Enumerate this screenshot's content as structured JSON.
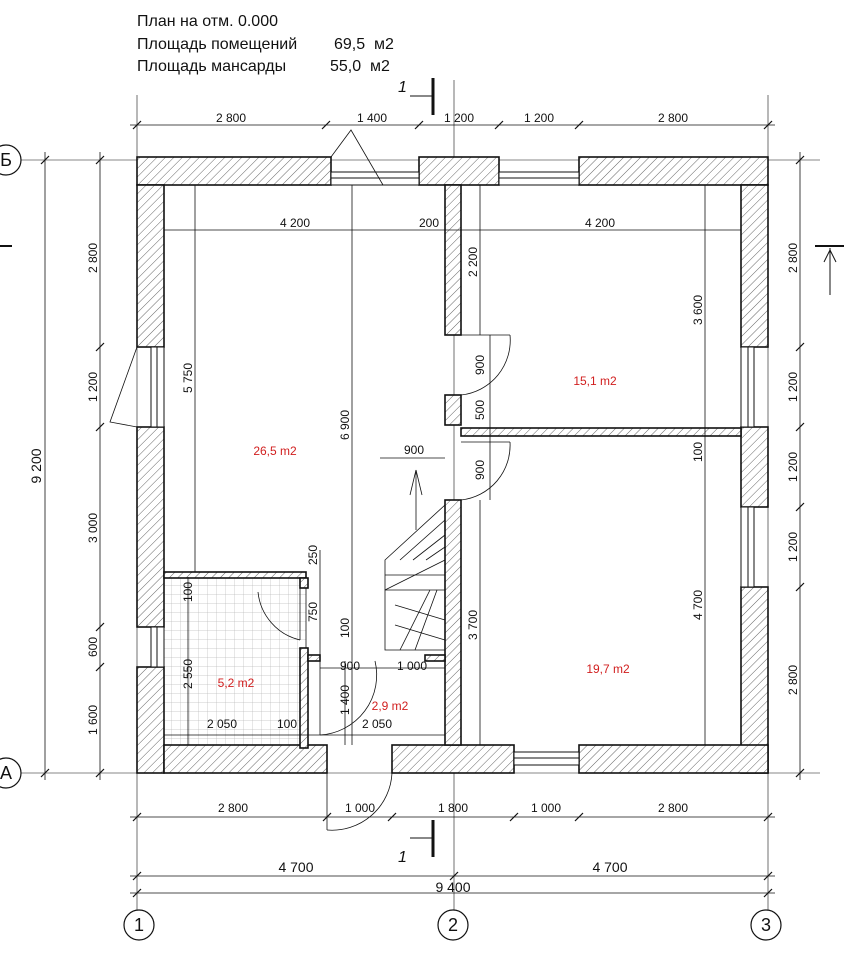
{
  "header": {
    "line1": "План на отм. 0.000",
    "line2_label": "Площадь помещений",
    "line2_value": "69,5  м2",
    "line3_label": "Площадь мансарды",
    "line3_value": "55,0  м2"
  },
  "axes": {
    "a1": "1",
    "a2": "2",
    "a3": "3",
    "aA": "А",
    "aB": "Б"
  },
  "section_mark": "1",
  "rooms": {
    "living": "26,5 m2",
    "room_top_right": "15,1 m2",
    "room_bottom_right": "19,7 m2",
    "bathroom": "5,2 m2",
    "hall": "2,9 m2"
  },
  "dims": {
    "top": [
      "2 800",
      "1 400",
      "1 200",
      "1 200",
      "2 800"
    ],
    "inner_top": [
      "4 200",
      "200",
      "4 200"
    ],
    "bottom": [
      "2 800",
      "1 000",
      "1 800",
      "1 000",
      "2 800"
    ],
    "bottom_half": [
      "4 700",
      "4 700"
    ],
    "bottom_total": "9 400",
    "left_chain": [
      "2 800",
      "1 200",
      "3 000",
      "600",
      "1 600"
    ],
    "left_total": "9 200",
    "right_chain": [
      "2 800",
      "1 200",
      "1 200",
      "1 200",
      "2 800"
    ],
    "inner": {
      "d5750": "5 750",
      "d6900": "6 900",
      "d2200": "2 200",
      "d3600": "3 600",
      "d900a": "900",
      "d500": "500",
      "d900b": "900",
      "d900h": "900",
      "d100r": "100",
      "d4700v": "4 700",
      "d3700": "3 700",
      "d250": "250",
      "d750": "750",
      "d100a": "100",
      "d100b": "100",
      "d2550": "2 550",
      "d2050a": "2 050",
      "d100c": "100",
      "d2050b": "2 050",
      "d900c": "900",
      "d1000": "1 000",
      "d1400": "1 400"
    }
  }
}
